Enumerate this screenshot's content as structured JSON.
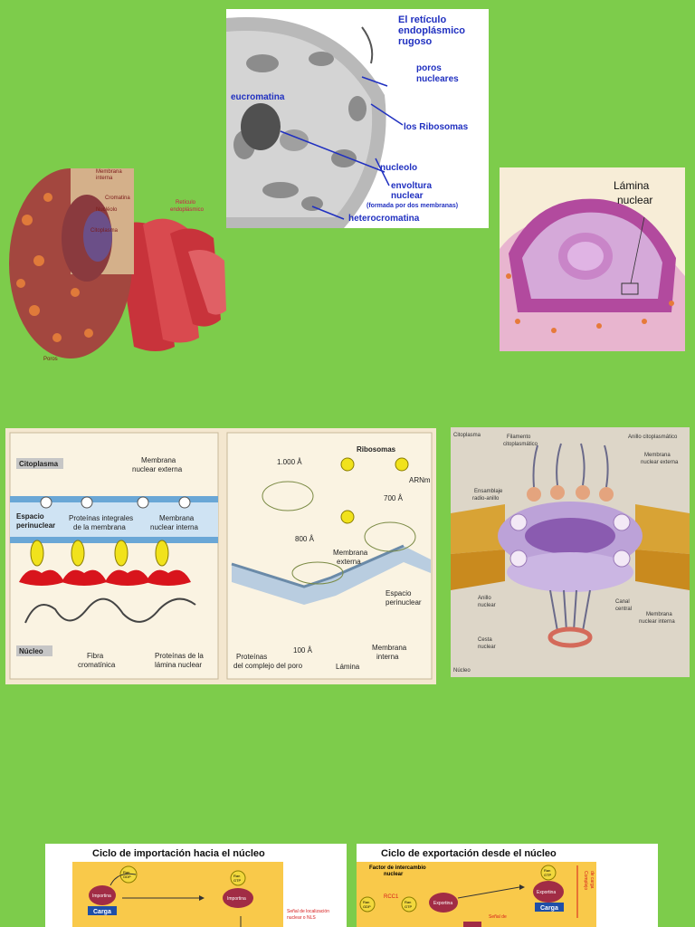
{
  "nucleus_diagram": {
    "title_lines": [
      "El retículo",
      "endoplásmico",
      "rugoso"
    ],
    "labels": {
      "poros": [
        "poros",
        "nucleares"
      ],
      "eucromatina": "eucromatina",
      "ribosomas": "los  Ribosomas",
      "nucleolo": "nucleolo",
      "envoltura": [
        "envoltura",
        "nuclear"
      ],
      "envoltura_note": "(formada por dos membranas)",
      "heterocromatina": "heterocromatina"
    }
  },
  "cell_cutaway": {
    "labels": [
      "Membrana",
      "interna",
      "Cromatina",
      "Nucléolo",
      "Citoplasma",
      "Retículo",
      "endoplásmico",
      "Poros"
    ]
  },
  "lamina_diagram": {
    "title_lines": [
      "Lámina",
      "nuclear"
    ]
  },
  "membrane_diagram": {
    "left": {
      "citoplasma": "Citoplasma",
      "membrana_externa": [
        "Membrana",
        "nuclear externa"
      ],
      "espacio": [
        "Espacio",
        "perinuclear"
      ],
      "proteinas_integrales": [
        "Proteínas integrales",
        "de la membrana"
      ],
      "membrana_interna": [
        "Membrana",
        "nuclear interna"
      ],
      "nucleo": "Núcleo",
      "fibra": [
        "Fibra",
        "cromatínica"
      ],
      "proteinas_lamina": [
        "Proteínas de la",
        "lámina nuclear"
      ]
    },
    "right": {
      "ribosomas": "Ribosomas",
      "arnm": "ARNm",
      "d1000": "1.000 Å",
      "d700": "700 Å",
      "d800": "800 Å",
      "membrana_externa": [
        "Membrana",
        "externa"
      ],
      "espacio": [
        "Espacio",
        "perinuclear"
      ],
      "proteinas_poro": [
        "Proteínas",
        "del complejo del poro"
      ],
      "d100": "100 Å",
      "lamina": "Lámina",
      "membrana_interna": [
        "Membrana",
        "interna"
      ]
    }
  },
  "pore_complex": {
    "labels": {
      "citoplasma": "Citoplasma",
      "filamento": [
        "Filamento",
        "citoplasmático"
      ],
      "anillo_cito": "Anillo citoplasmático",
      "membrana_externa": [
        "Membrana",
        "nuclear externa"
      ],
      "ensamblaje": [
        "Ensamblaje",
        "radio-anillo"
      ],
      "anillo_nuclear": [
        "Anillo",
        "nuclear"
      ],
      "canal": [
        "Canal",
        "central"
      ],
      "membrana_interna": [
        "Membrana",
        "nuclear interna"
      ],
      "cesta": [
        "Cesta",
        "nuclear"
      ],
      "nucleo": "Núcleo"
    }
  },
  "import_cycle": {
    "title": "Ciclo de importación hacia el núcleo",
    "ran_gdp": [
      "Ran",
      "GDP"
    ],
    "ran_gtp": [
      "Ran",
      "GTP"
    ],
    "importina": "Importina",
    "carga": "Carga",
    "nls": [
      "Señal de localización",
      "nuclear o NLS"
    ]
  },
  "export_cycle": {
    "title": "Ciclo de exportación desde el núcleo",
    "factor": [
      "Factor de intercambio",
      "nuclear"
    ],
    "ran_gtp": [
      "Ran",
      "GTP"
    ],
    "ran_gdp": [
      "Ran",
      "GDP"
    ],
    "rcc1": "RCC1",
    "exportina": "Exportina",
    "carga": "Carga",
    "complejo": [
      "Complejo",
      "de carga"
    ],
    "senal": [
      "Señal de"
    ]
  }
}
